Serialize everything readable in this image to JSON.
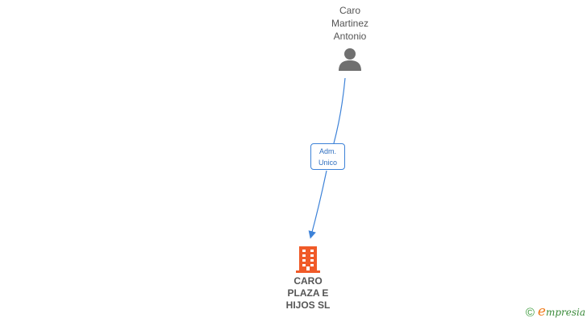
{
  "person": {
    "name": "Caro\nMartinez\nAntonio",
    "icon": "person-icon"
  },
  "relation": {
    "label": "Adm.\nUnico",
    "color": "#3d82d8"
  },
  "company": {
    "name": "CARO\nPLAZA E\nHIJOS SL",
    "icon": "building-icon",
    "color": "#f05a28"
  },
  "brand": {
    "copyright": "©",
    "logo_initial": "e",
    "logo_rest": "mpresia"
  }
}
